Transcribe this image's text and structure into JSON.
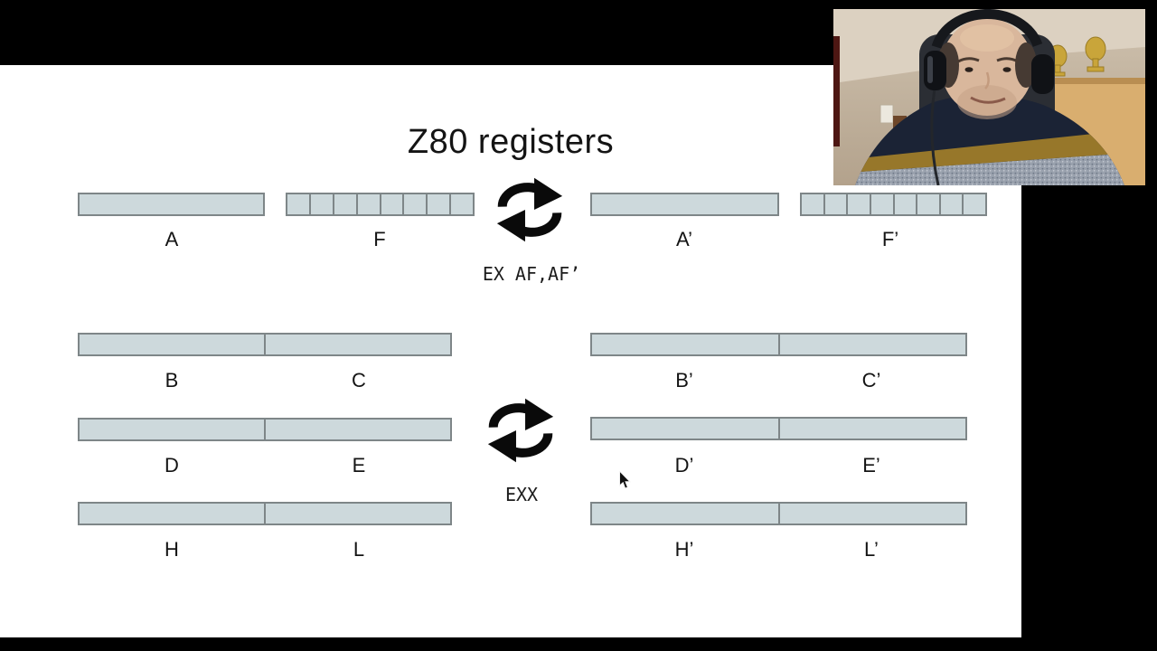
{
  "title": "Z80 registers",
  "instructions": {
    "ex_af": "EX AF,AF’",
    "exx": "EXX"
  },
  "af_row": {
    "a": "A",
    "f": "F",
    "a_alt": "A’",
    "f_alt": "F’",
    "flag_cells": 8
  },
  "pairs": {
    "left": [
      [
        "B",
        "C"
      ],
      [
        "D",
        "E"
      ],
      [
        "H",
        "L"
      ]
    ],
    "right": [
      [
        "B’",
        "C’"
      ],
      [
        "D’",
        "E’"
      ],
      [
        "H’",
        "L’"
      ]
    ]
  },
  "colors": {
    "register_fill": "#cdd9dc",
    "register_border": "#7e8688",
    "slide_bg": "#ffffff",
    "page_bg": "#000000",
    "icon": "#0a0a0a"
  }
}
